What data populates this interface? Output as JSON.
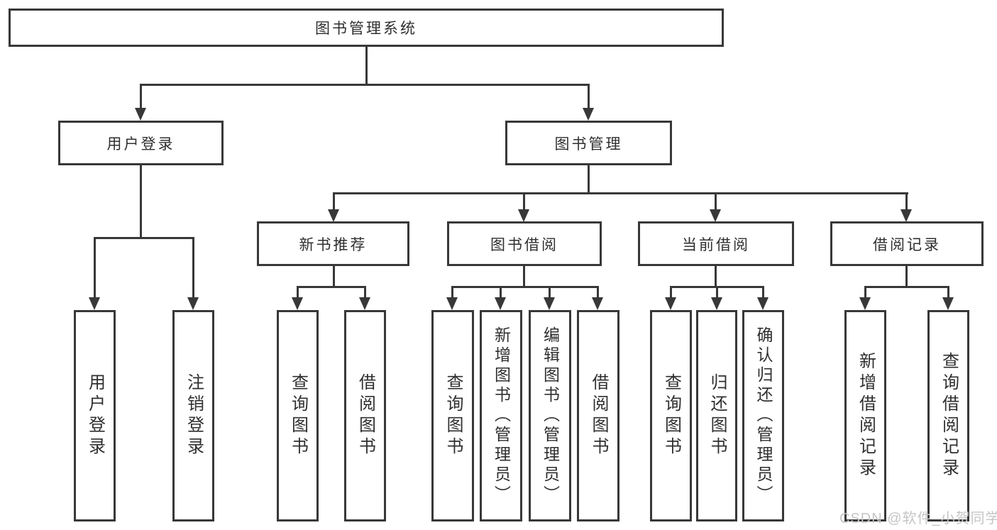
{
  "nodes": {
    "root": "图书管理系统",
    "level2": [
      "用户登录",
      "图书管理"
    ],
    "level3": [
      "新书推荐",
      "图书借阅",
      "当前借阅",
      "借阅记录"
    ],
    "leaves": [
      "用户登录",
      "注销登录",
      "查询图书",
      "借阅图书",
      "查询图书",
      "新增图书（管理员）",
      "编辑图书（管理员）",
      "借阅图书",
      "查询图书",
      "归还图书",
      "确认归还（管理员）",
      "新增借阅记录",
      "查询借阅记录"
    ]
  },
  "watermark": "CSDN @软件_小贺同学",
  "colors": {
    "line": "#383838",
    "text": "#2f2f2f",
    "watermark": "#c5c5c5",
    "background": "#ffffff"
  }
}
